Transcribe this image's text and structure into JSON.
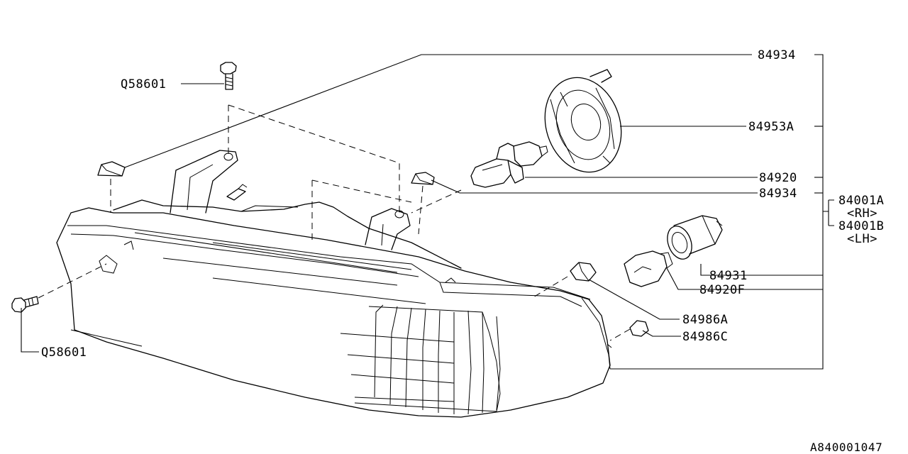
{
  "diagram": {
    "reference_code": "A840001047",
    "labels": {
      "q58601_top": "Q58601",
      "q58601_bottom": "Q58601",
      "p84934_top": "84934",
      "p84953a": "84953A",
      "p84920": "84920",
      "p84934_mid": "84934",
      "p84001a": "84001A",
      "rh": "<RH>",
      "p84001b": "84001B",
      "lh": "<LH>",
      "p84931": "84931",
      "p84920f": "84920F",
      "p84986a": "84986A",
      "p84986c": "84986C"
    }
  }
}
